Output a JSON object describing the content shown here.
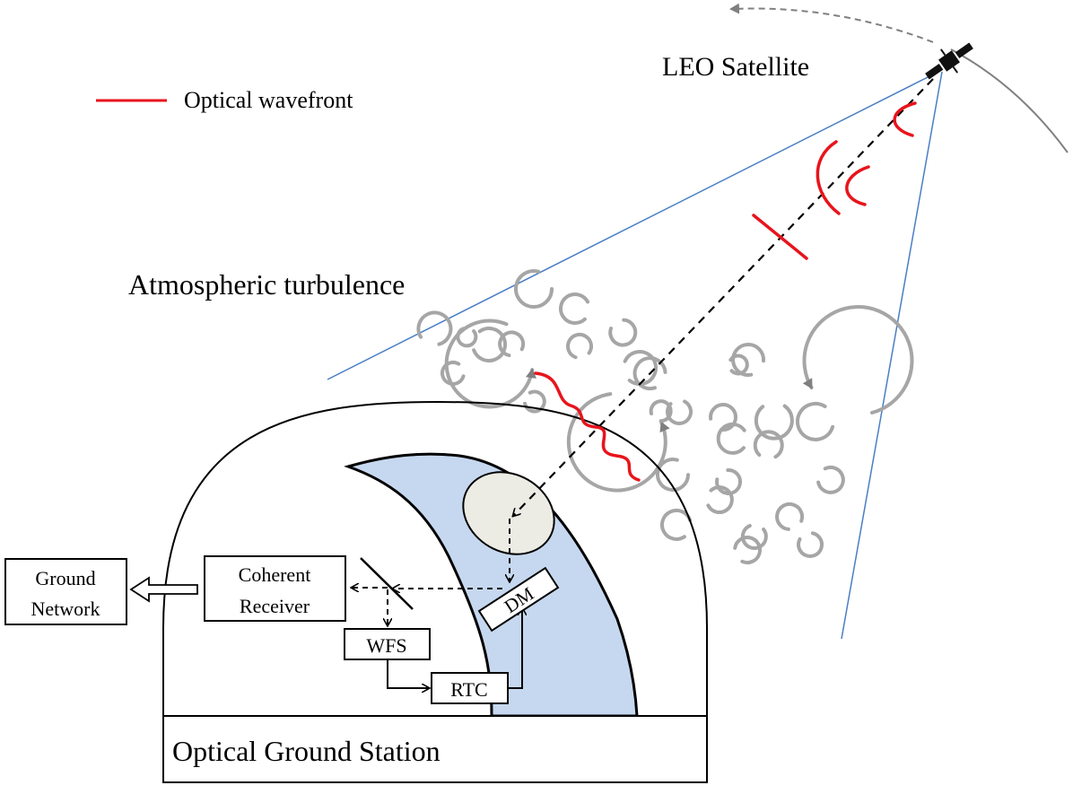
{
  "labels": {
    "satellite": "LEO Satellite",
    "legend": "Optical wavefront",
    "turbulence": "Atmospheric turbulence",
    "station": "Optical Ground Station",
    "ground_network_line1": "Ground",
    "ground_network_line2": "Network",
    "coherent_line1": "Coherent",
    "coherent_line2": "Receiver",
    "wfs": "WFS",
    "rtc": "RTC",
    "dm": "DM"
  },
  "colors": {
    "wavefront": "#e8141c",
    "beam_edge": "#4a7fc4",
    "telescope_fill": "#c6d8ef",
    "mirror_fill": "#ecebe4",
    "turbulence": "#a6a6a6",
    "orbit": "#808080"
  }
}
